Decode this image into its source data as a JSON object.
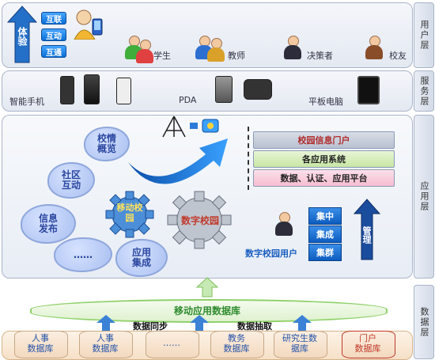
{
  "side_layers": {
    "user": "用户层",
    "service": "服务层",
    "application": "应用层",
    "data": "数据层"
  },
  "user_layer": {
    "experience": "体验",
    "interconnect": "互联",
    "interact": "互动",
    "intercommunicate": "互通",
    "roles": [
      "学生",
      "教师",
      "决策者",
      "校友"
    ]
  },
  "service_layer": {
    "devices": [
      "智能手机",
      "PDA",
      "平板电脑"
    ]
  },
  "application_layer": {
    "clouds": {
      "campus_overview": "校情概览",
      "community_interaction": "社区互动",
      "info_publish": "信息发布",
      "ellipsis": "……",
      "app_integration": "应用集成"
    },
    "gear_mobile": "移动校园",
    "gear_digital": "数字校园",
    "stack": [
      "校园信息门户",
      "各应用系统",
      "数据、认证、应用平台"
    ],
    "concentrate": [
      "集中",
      "集成",
      "集群"
    ],
    "manage": "管理",
    "digital_user": "数字校园用户"
  },
  "data_layer": {
    "mobile_db": "移动应用数据库",
    "sync": "数据同步",
    "extract": "数据抽取",
    "databases": [
      {
        "line1": "人事",
        "line2": "数据库"
      },
      {
        "line1": "人事",
        "line2": "数据库"
      },
      {
        "line1": "……",
        "line2": ""
      },
      {
        "line1": "教务",
        "line2": "数据库"
      },
      {
        "line1": "研究生数",
        "line2": "据库"
      },
      {
        "line1": "门户",
        "line2": "数据库"
      }
    ]
  },
  "colors": {
    "accent_blue": "#1a7fd6",
    "green_arrow": "#4caf50",
    "portal_red": "#c0392b"
  }
}
